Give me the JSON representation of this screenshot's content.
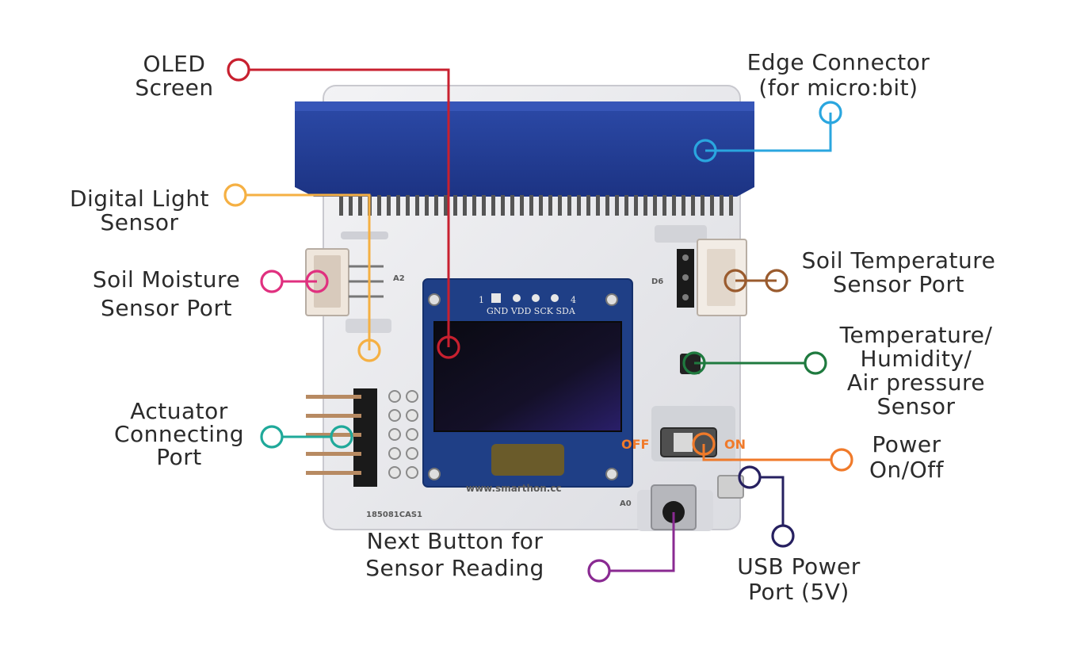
{
  "board": {
    "silkscreen": {
      "url": "www.smarthon.cc",
      "code": "185081CAS1",
      "port_a2": "A2",
      "port_d6": "D6",
      "port_a0": "A0",
      "oled_pin_1": "1",
      "oled_pin_4": "4",
      "oled_pins": "GND VDD SCK SDA",
      "switch_off": "OFF",
      "switch_on": "ON"
    }
  },
  "callouts": [
    {
      "id": "oled-screen",
      "lines": [
        "OLED",
        "Screen"
      ],
      "color": "#c8202f"
    },
    {
      "id": "edge-connector",
      "lines": [
        "Edge Connector",
        "(for micro:bit)"
      ],
      "color": "#2aa6df"
    },
    {
      "id": "digital-light-sensor",
      "lines": [
        "Digital Light",
        "Sensor"
      ],
      "color": "#f5b043"
    },
    {
      "id": "soil-moisture-port",
      "lines": [
        "Soil Moisture",
        "Sensor Port"
      ],
      "color": "#e0307f"
    },
    {
      "id": "soil-temperature-port",
      "lines": [
        "Soil Temperature",
        "Sensor Port"
      ],
      "color": "#9a5b2e"
    },
    {
      "id": "temp-humidity-pressure-sensor",
      "lines": [
        "Temperature/",
        "Humidity/",
        "Air pressure",
        "Sensor"
      ],
      "color": "#1f7a3f"
    },
    {
      "id": "actuator-port",
      "lines": [
        "Actuator",
        "Connecting",
        "Port"
      ],
      "color": "#1fa99a"
    },
    {
      "id": "power-switch",
      "lines": [
        "Power",
        "On/Off"
      ],
      "color": "#f07a2a"
    },
    {
      "id": "next-button",
      "lines": [
        "Next Button for",
        "Sensor Reading"
      ],
      "color": "#8a2a92"
    },
    {
      "id": "usb-power-port",
      "lines": [
        "USB Power",
        "Port (5V)"
      ],
      "color": "#262060"
    }
  ]
}
